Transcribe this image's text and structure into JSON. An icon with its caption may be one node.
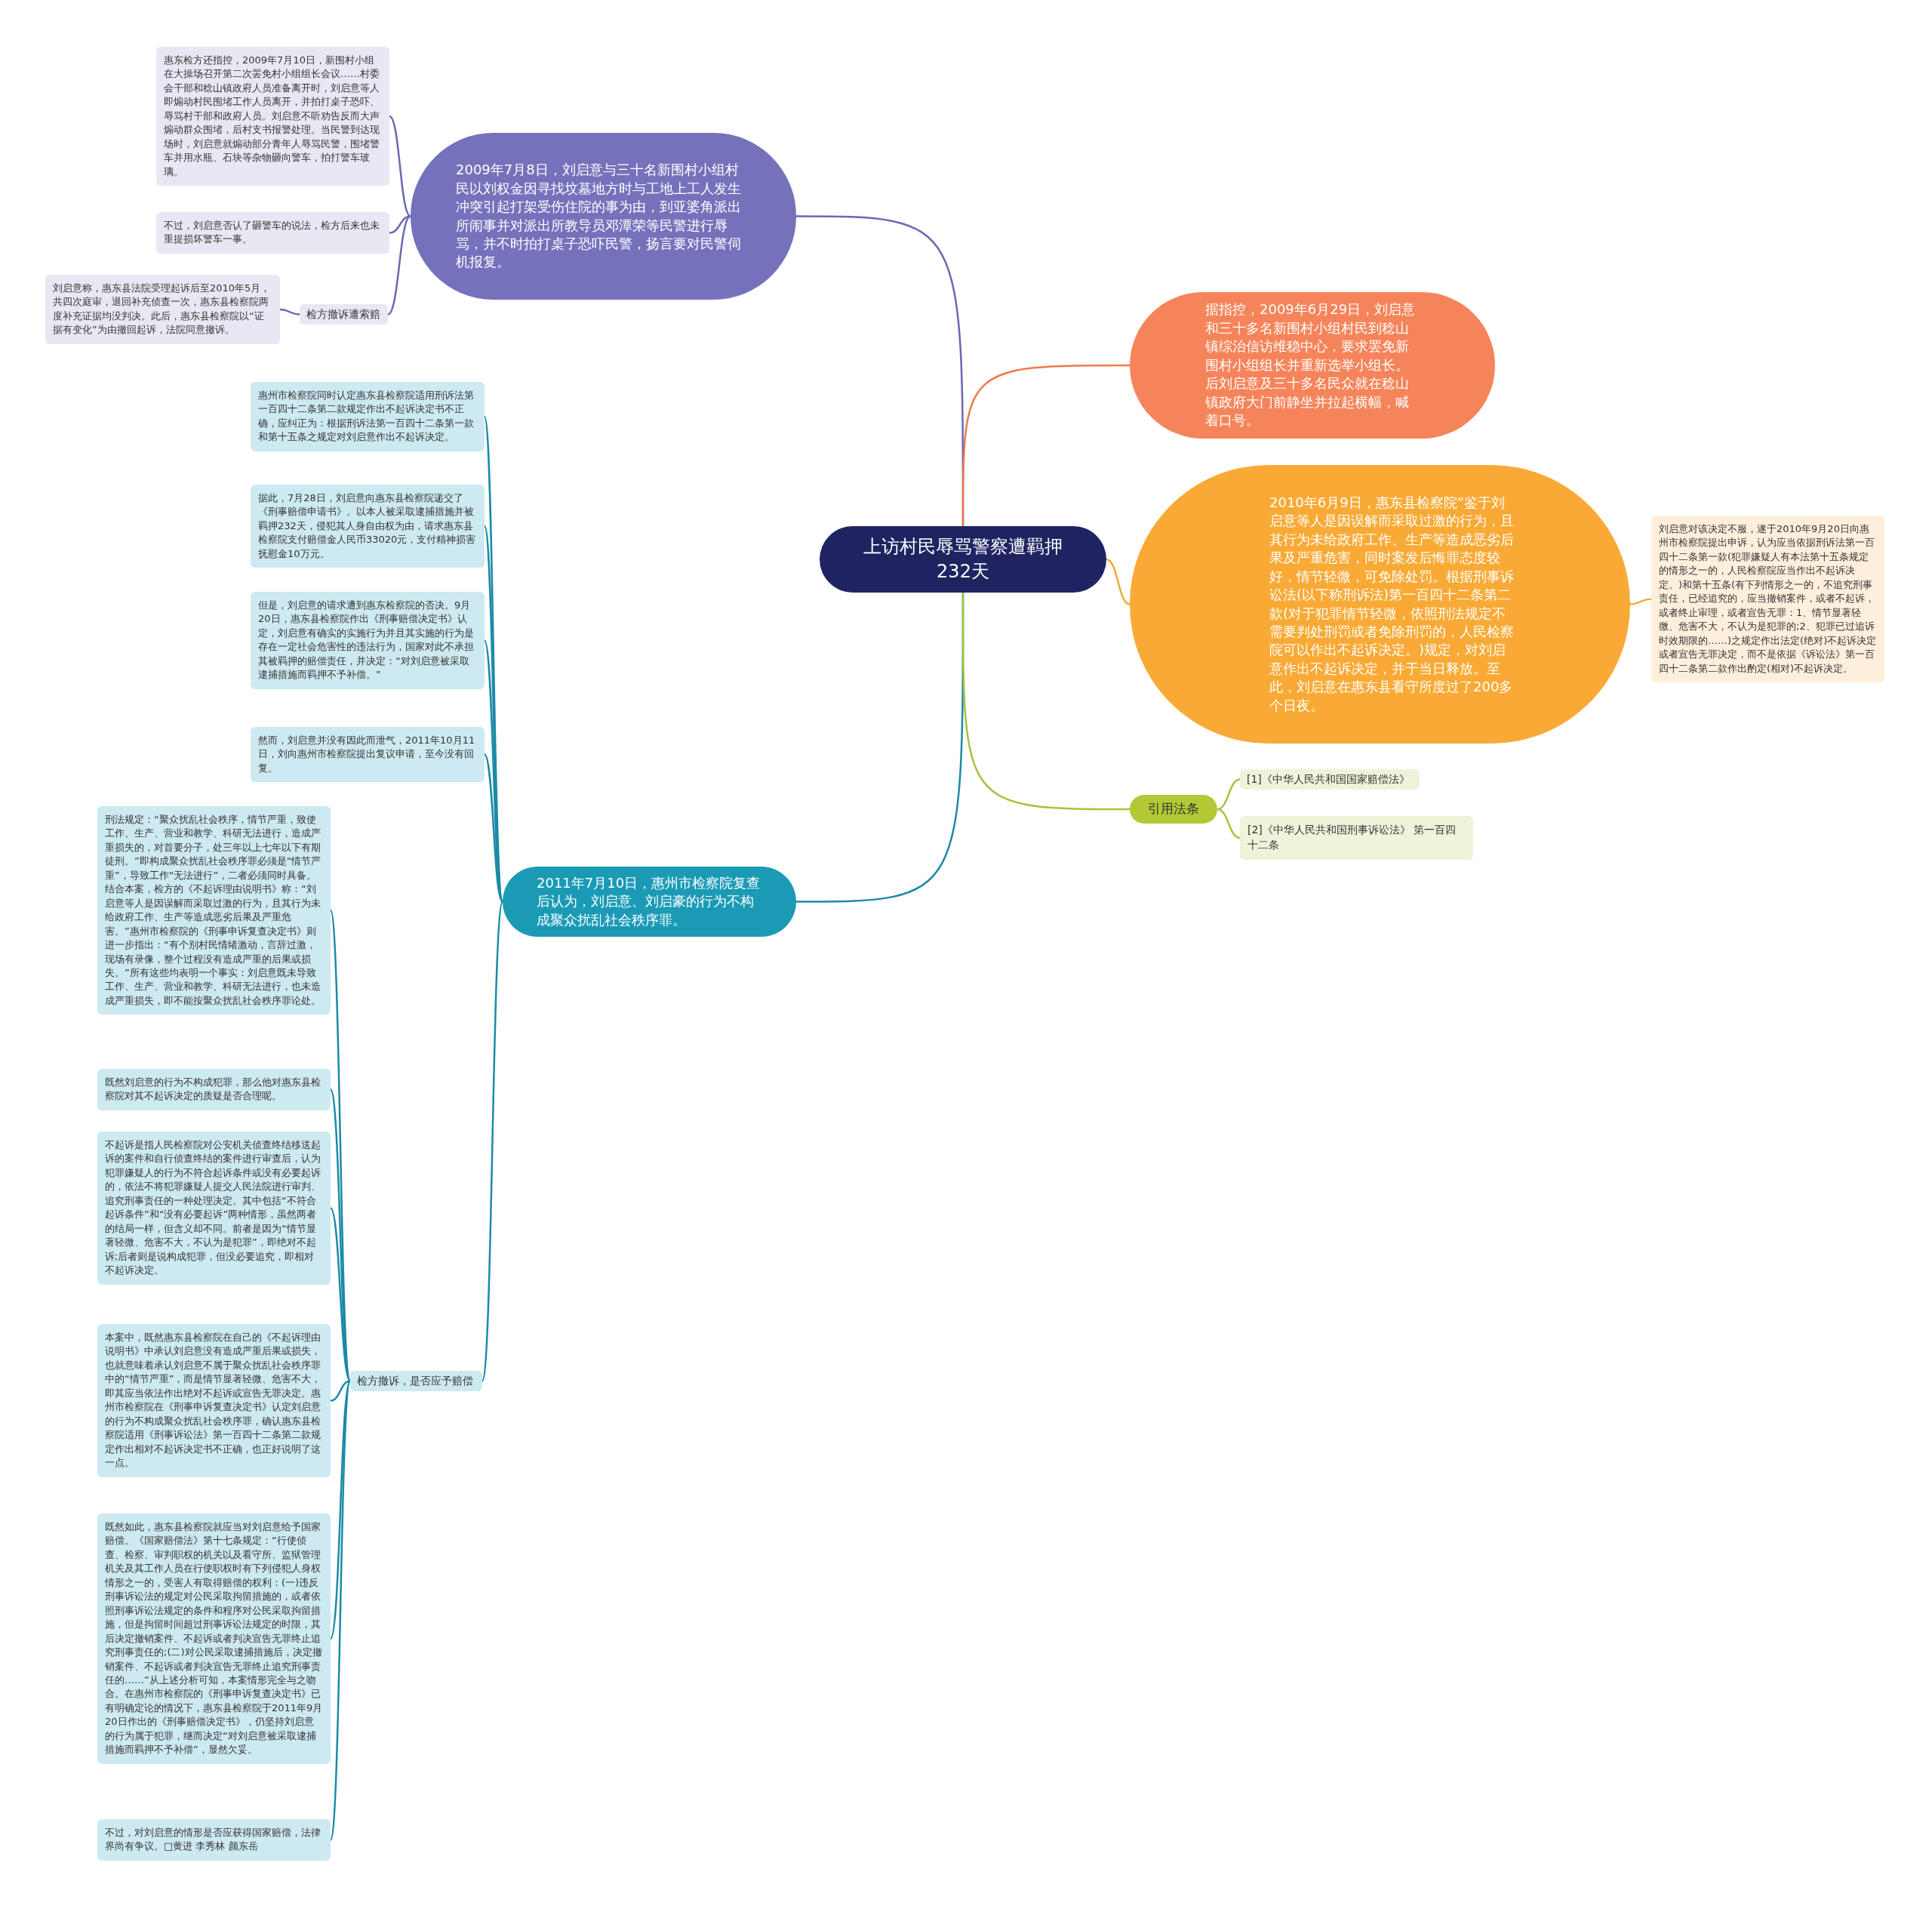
{
  "diagram": {
    "nodes": [
      {
        "text": [
          "上访村民辱骂警察遭羁押232天"
        ]
      },
      {
        "text": [
          "2009年7月8日，刘启意与三十名新围村小组村民以刘权金因寻找坟墓地方时与工地上工人发生冲突引起打架受伤住院的事为由，到亚婆角派出所闹事并对派出所教导员邓潭荣等民警进行辱骂，并不时拍打桌子恐吓民警，扬言要对民警伺机报复。"
        ]
      },
      {
        "text": [
          "惠东检方还指控，2009年7月10日，新围村小组在大操场召开第二次罢免村小组组长会议……村委会干部和稔山镇政府人员准备离开时，刘启意等人即煽动村民围堵工作人员离开，并拍打桌子恐吓、辱骂村干部和政府人员。刘启意不听劝告反而大声煽动群众围堵，后村支书报警处理。当民警到达现场时，刘启意就煽动部分青年人辱骂民警，围堵警车并用水瓶、石块等杂物砸向警车，拍打警车玻璃。"
        ]
      },
      {
        "text": [
          "不过，刘启意否认了砸警车的说法，检方后来也未重提损坏警车一事。"
        ]
      },
      {
        "text": [
          "检方撤诉遭索赔"
        ]
      },
      {
        "text": [
          "刘启意称，惠东县法院受理起诉后至2010年5月，共四次庭审，退回补充侦查一次，惠东县检察院两度补充证据均没判决。此后，惠东县检察院以“证据有变化”为由撤回起诉，法院同意撤诉。"
        ]
      },
      {
        "text": [
          "2011年7月10日，惠州市检察院复查后认为，刘启意、刘启豪的行为不构成聚众扰乱社会秩序罪。"
        ]
      },
      {
        "text": [
          "惠州市检察院同时认定惠东县检察院适用刑诉法第一百四十二条第二款规定作出不起诉决定书不正确，应纠正为：根据刑诉法第一百四十二条第一款和第十五条之规定对刘启意作出不起诉决定。"
        ]
      },
      {
        "text": [
          "据此，7月28日，刘启意向惠东县检察院递交了《刑事赔偿申请书》。以本人被采取逮捕措施并被羁押232天，侵犯其人身自由权为由，请求惠东县检察院支付赔偿金人民币33020元，支付精神损害抚慰金10万元。"
        ]
      },
      {
        "text": [
          "但是，刘启意的请求遭到惠东检察院的否决。9月20日，惠东县检察院作出《刑事赔偿决定书》认定，刘启意有确实的实施行为并且其实施的行为是存在一定社会危害性的违法行为，国家对此不承担其被羁押的赔偿责任，并决定：“对刘启意被采取逮捕措施而羁押不予补偿。”"
        ]
      },
      {
        "text": [
          "然而，刘启意并没有因此而泄气，2011年10月11日，刘向惠州市检察院提出复议申请，至今没有回复。"
        ]
      },
      {
        "text": [
          "检方撤诉，是否应予赔偿"
        ]
      },
      {
        "text": [
          "刑法规定：“聚众扰乱社会秩序，情节严重，致使工作、生产、营业和教学、科研无法进行，造成严重损失的，对首要分子，处三年以上七年以下有期徒刑。”即构成聚众扰乱社会秩序罪必须是“情节严重”，导致工作“无法进行”，二者必须同时具备。结合本案，检方的《不起诉理由说明书》称：“刘启意等人是因误解而采取过激的行为，且其行为未给政府工作、生产等造成恶劣后果及严重危害。”惠州市检察院的《刑事申诉复查决定书》则进一步指出：“有个别村民情绪激动，言辞过激，现场有录像，整个过程没有造成严重的后果或损失。”所有这些均表明一个事实：刘启意既未导致工作、生产、营业和教学、科研无法进行，也未造成严重损失，即不能按聚众扰乱社会秩序罪论处。"
        ]
      },
      {
        "text": [
          "既然刘启意的行为不构成犯罪，那么他对惠东县检察院对其不起诉决定的质疑是否合理呢。"
        ]
      },
      {
        "text": [
          "不起诉是指人民检察院对公安机关侦查终结移送起诉的案件和自行侦查终结的案件进行审查后，认为犯罪嫌疑人的行为不符合起诉条件或没有必要起诉的，依法不将犯罪嫌疑人提交人民法院进行审判、追究刑事责任的一种处理决定。其中包括“不符合起诉条件”和“没有必要起诉”两种情形，虽然两者的结局一样，但含义却不同。前者是因为“情节显著轻微、危害不大，不认为是犯罪”，即绝对不起诉;后者则是说构成犯罪，但没必要追究，即相对不起诉决定。"
        ]
      },
      {
        "text": [
          "本案中，既然惠东县检察院在自己的《不起诉理由说明书》中承认刘启意没有造成严重后果或损失，也就意味着承认刘启意不属于聚众扰乱社会秩序罪中的“情节严重”，而是情节显著轻微、危害不大，即其应当依法作出绝对不起诉或宣告无罪决定。惠州市检察院在《刑事申诉复查决定书》认定刘启意的行为不构成聚众扰乱社会秩序罪，确认惠东县检察院适用《刑事诉讼法》第一百四十二条第二款规定作出相对不起诉决定书不正确，也正好说明了这一点。"
        ]
      },
      {
        "text": [
          "既然如此，惠东县检察院就应当对刘启意给予国家赔偿。《国家赔偿法》第十七条规定：“行使侦查、检察、审判职权的机关以及看守所、监狱管理机关及其工作人员在行使职权时有下列侵犯人身权情形之一的，受害人有取得赔偿的权利：(一)违反刑事诉讼法的规定对公民采取拘留措施的，或者依照刑事诉讼法规定的条件和程序对公民采取拘留措施，但是拘留时间超过刑事诉讼法规定的时限，其后决定撤销案件、不起诉或者判决宣告无罪终止追究刑事责任的;(二)对公民采取逮捕措施后，决定撤销案件、不起诉或者判决宣告无罪终止追究刑事责任的……”从上述分析可知，本案情形完全与之吻合。在惠州市检察院的《刑事申诉复查决定书》已有明确定论的情况下，惠东县检察院于2011年9月20日作出的《刑事赔偿决定书》，仍坚持刘启意的行为属于犯罪，继而决定“对刘启意被采取逮捕措施而羁押不予补偿”，显然欠妥。"
        ]
      },
      {
        "text": [
          "不过，对刘启意的情形是否应获得国家赔偿，法律界尚有争议。□黄进 李秀林 颜东岳"
        ]
      },
      {
        "text": [
          "据指控，2009年6月29日，刘启意和三十多名新围村小组村民到稔山镇综治信访维稳中心，要求罢免新围村小组组长并重新选举小组长。后刘启意及三十多名民众就在稔山镇政府大门前静坐并拉起横幅，喊着口号。"
        ]
      },
      {
        "text": [
          "2010年6月9日，惠东县检察院“鉴于刘启意等人是因误解而采取过激的行为，且其行为未给政府工作、生产等造成恶劣后果及严重危害，同时案发后悔罪态度较好，情节轻微，可免除处罚。根据刑事诉讼法(以下称刑诉法)第一百四十二条第二款(对于犯罪情节轻微，依照刑法规定不需要判处刑罚或者免除刑罚的，人民检察院可以作出不起诉决定。)规定，对刘启意作出不起诉决定，并于当日释放。至此，刘启意在惠东县看守所度过了200多个日夜。"
        ]
      },
      {
        "text": [
          "刘启意对该决定不服，遂于2010年9月20日向惠州市检察院提出申诉，认为应当依据刑诉法第一百四十二条第一款(犯罪嫌疑人有本法第十五条规定的情形之一的，人民检察院应当作出不起诉决定。)和第十五条(有下列情形之一的，不追究刑事责任，已经追究的，应当撤销案件，或者不起诉，或者终止审理，或者宣告无罪：1、情节显著轻微、危害不大，不认为是犯罪的;2、犯罪已过追诉时效期限的……)之规定作出法定(绝对)不起诉决定或者宣告无罪决定，而不是依据《诉讼法》第一百四十二条第二款作出酌定(相对)不起诉决定。"
        ]
      },
      {
        "text": [
          "引用法条"
        ]
      },
      {
        "text": [
          "[1]《中华人民共和国国家赔偿法》"
        ]
      },
      {
        "text": [
          "[2]《中华人民共和国刑事诉讼法》 第一百四十二条"
        ]
      }
    ],
    "edges": [
      {
        "from": 0,
        "to": 1,
        "arrow": "none",
        "color": "#6b68b3"
      },
      {
        "from": 1,
        "to": 2,
        "arrow": "none",
        "color": "#6b68b3"
      },
      {
        "from": 1,
        "to": 3,
        "arrow": "none",
        "color": "#6b68b3"
      },
      {
        "from": 1,
        "to": 4,
        "arrow": "none",
        "color": "#6b68b3"
      },
      {
        "from": 4,
        "to": 5,
        "arrow": "none",
        "color": "#6b68b3"
      },
      {
        "from": 0,
        "to": 6,
        "arrow": "none",
        "color": "#1b8aa6"
      },
      {
        "from": 6,
        "to": 7,
        "arrow": "none",
        "color": "#1b8aa6"
      },
      {
        "from": 6,
        "to": 8,
        "arrow": "none",
        "color": "#1b8aa6"
      },
      {
        "from": 6,
        "to": 9,
        "arrow": "none",
        "color": "#1b8aa6"
      },
      {
        "from": 6,
        "to": 10,
        "arrow": "none",
        "color": "#1b8aa6"
      },
      {
        "from": 6,
        "to": 11,
        "arrow": "none",
        "color": "#1b8aa6"
      },
      {
        "from": 11,
        "to": 12,
        "arrow": "none",
        "color": "#1b8aa6"
      },
      {
        "from": 11,
        "to": 13,
        "arrow": "none",
        "color": "#1b8aa6"
      },
      {
        "from": 11,
        "to": 14,
        "arrow": "none",
        "color": "#1b8aa6"
      },
      {
        "from": 11,
        "to": 15,
        "arrow": "none",
        "color": "#1b8aa6"
      },
      {
        "from": 11,
        "to": 16,
        "arrow": "none",
        "color": "#1b8aa6"
      },
      {
        "from": 11,
        "to": 17,
        "arrow": "none",
        "color": "#1b8aa6"
      },
      {
        "from": 0,
        "to": 18,
        "arrow": "none",
        "color": "#ee7b4c"
      },
      {
        "from": 0,
        "to": 19,
        "arrow": "none",
        "color": "#f2a83a"
      },
      {
        "from": 19,
        "to": 20,
        "arrow": "none",
        "color": "#f2a83a"
      },
      {
        "from": 0,
        "to": 21,
        "arrow": "none",
        "color": "#a9c23a"
      },
      {
        "from": 21,
        "to": 22,
        "arrow": "none",
        "color": "#a9c23a"
      },
      {
        "from": 21,
        "to": 23,
        "arrow": "none",
        "color": "#a9c23a"
      }
    ]
  }
}
